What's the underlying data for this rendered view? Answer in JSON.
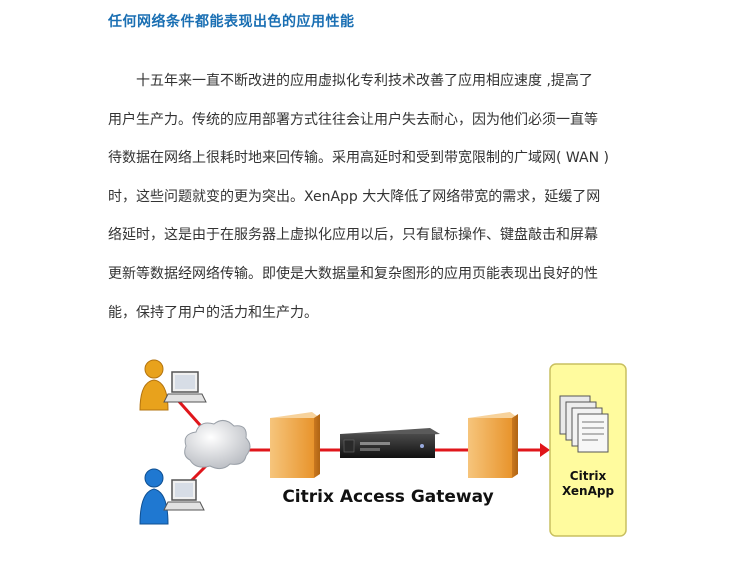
{
  "article": {
    "title": "任何网络条件都能表现出色的应用性能",
    "lines": [
      "十五年来一直不断改进的应用虚拟化专利技术改善了应用相应速度 ,提高了",
      "用户生产力。传统的应用部署方式往往会让用户失去耐心，因为他们必须一直等",
      "待数据在网络上很耗时地来回传输。采用高延时和受到带宽限制的广域网( WAN )",
      "时，这些问题就变的更为突出。XenApp 大大降低了网络带宽的需求，延缓了网",
      "络延时，这是由于在服务器上虚拟化应用以后，只有鼠标操作、键盘敲击和屏幕",
      "更新等数据经网络传输。即使是大数据量和复杂图形的应用页能表现出良好的性",
      "能，保持了用户的活力和生产力。"
    ]
  },
  "diagram": {
    "gateway_label": "Citrix Access Gateway",
    "server_label_line1": "Citrix",
    "server_label_line2": "XenApp",
    "colors": {
      "link": "#e0161b",
      "firewall": "#f0a94a",
      "panel": "#fffb9e",
      "user_top": "#e8a21c",
      "user_bottom": "#1f78d1"
    },
    "icons": [
      "user-icon",
      "laptop-icon",
      "cloud-icon",
      "firewall-icon",
      "gateway-appliance-icon",
      "server-documents-icon"
    ]
  }
}
